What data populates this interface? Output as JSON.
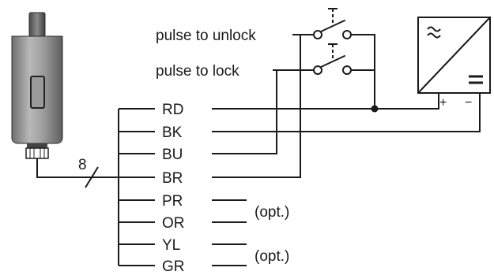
{
  "labels": {
    "pulse_unlock": "pulse to unlock",
    "pulse_lock": "pulse to lock",
    "wire_count": "8",
    "opt_1": "(opt.)",
    "opt_2": "(opt.)",
    "plus": "+",
    "minus": "−"
  },
  "wires": [
    {
      "code": "RD"
    },
    {
      "code": "BK"
    },
    {
      "code": "BU"
    },
    {
      "code": "BR"
    },
    {
      "code": "PR"
    },
    {
      "code": "OR"
    },
    {
      "code": "YL"
    },
    {
      "code": "GR"
    }
  ],
  "icons": {
    "power_supply": "ac-dc-converter-icon",
    "device": "lock-actuator-icon",
    "switch": "pushbutton-switch-icon"
  },
  "colors": {
    "line": "#1a1a1a",
    "device_gray": "#9a9a9a",
    "device_dark": "#3a3a3a"
  }
}
